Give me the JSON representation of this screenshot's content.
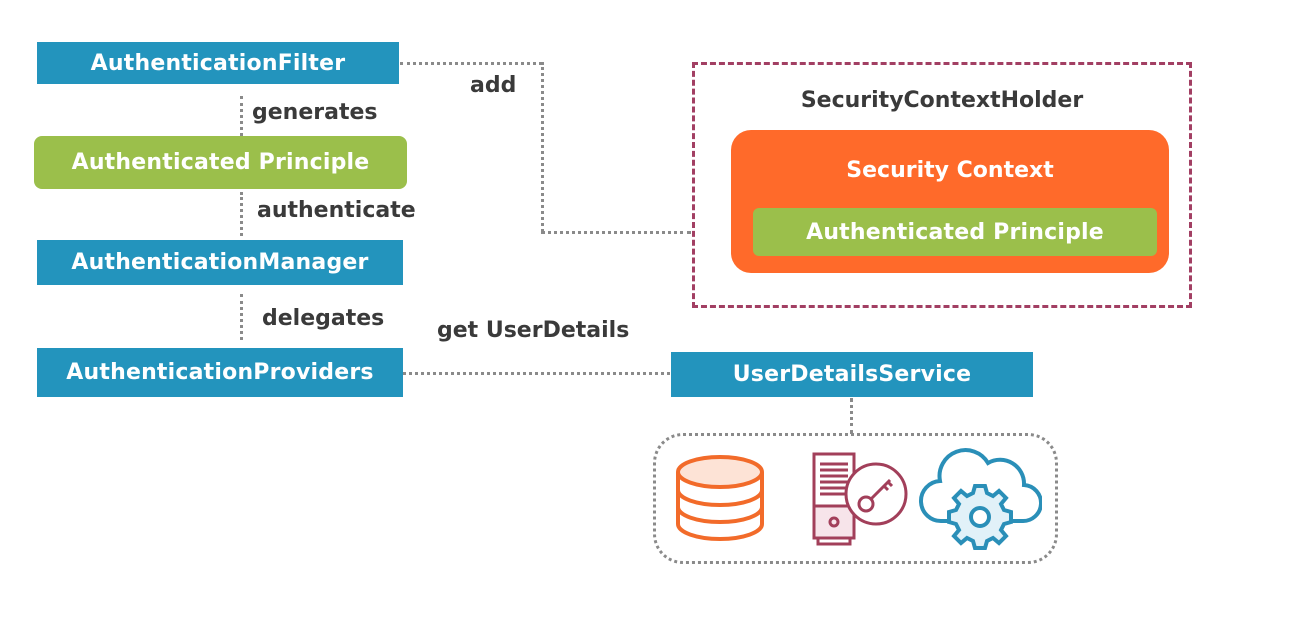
{
  "diagram": {
    "nodes": {
      "authentication_filter": "AuthenticationFilter",
      "authenticated_principle_left": "Authenticated Principle",
      "authentication_manager": "AuthenticationManager",
      "authentication_providers": "AuthenticationProviders",
      "security_context_holder": "SecurityContextHolder",
      "security_context": "Security Context",
      "authenticated_principle_right": "Authenticated Principle",
      "user_details_service": "UserDetailsService"
    },
    "edges": {
      "generates": "generates",
      "authenticate": "authenticate",
      "delegates": "delegates",
      "add": "add",
      "get_user_details": "get UserDetails"
    },
    "stores": {
      "icons": [
        "database-icon",
        "server-key-icon",
        "cloud-gear-icon"
      ]
    },
    "colors": {
      "node_blue": "#2394bd",
      "node_green": "#9bbf4b",
      "context_orange": "#ff6a2a",
      "holder_border": "#a23f63",
      "connector_gray": "#8a8a8a",
      "database_orange": "#f26b2a",
      "server_maroon": "#a23f5a",
      "cloud_blue": "#2a8fb8"
    }
  }
}
